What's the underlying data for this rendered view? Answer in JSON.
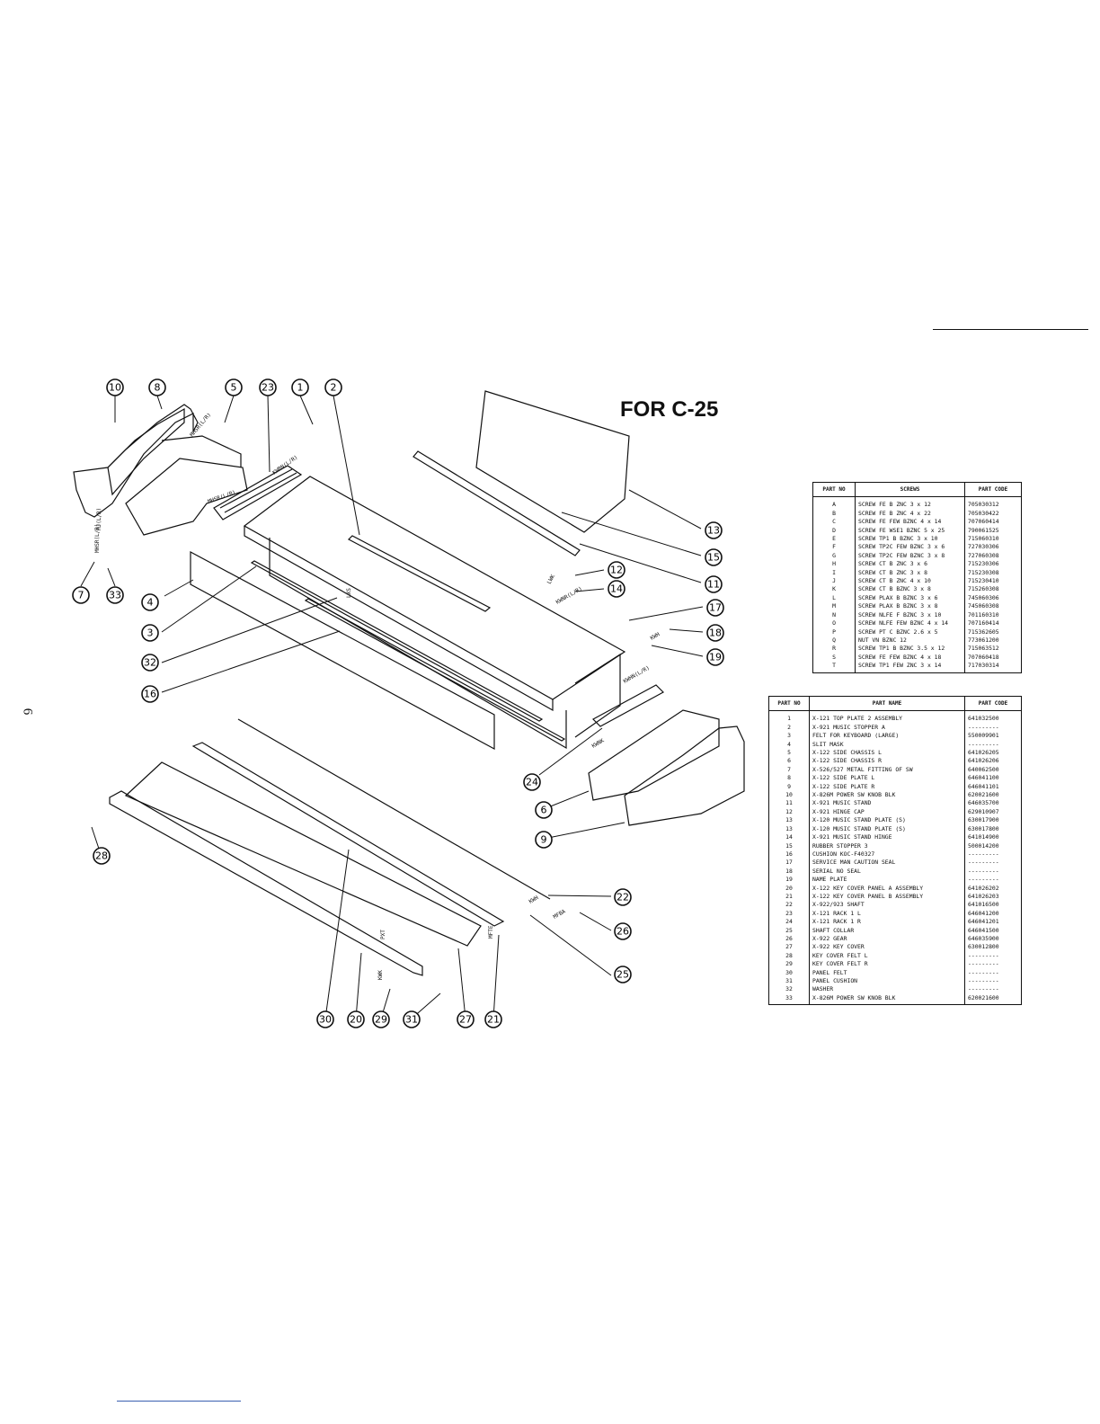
{
  "page": {
    "number": "6"
  },
  "title": "FOR C-25",
  "diagram": {
    "callouts": [
      "10",
      "8",
      "5",
      "23",
      "1",
      "2",
      "7",
      "33",
      "4",
      "3",
      "32",
      "16",
      "13",
      "15",
      "11",
      "12",
      "14",
      "17",
      "18",
      "19",
      "24",
      "6",
      "9",
      "28",
      "22",
      "26",
      "25",
      "30",
      "20",
      "29",
      "31",
      "27",
      "21"
    ],
    "part_labels": [
      "MHSR(L/R)",
      "MHSR(L/R)",
      "MHSR(L/R)",
      "KWBN(L/R)",
      "LWK",
      "KWNR(L/R)",
      "KWH",
      "KWHN(L/R)",
      "KWNK",
      "KWH",
      "MFBA",
      "MFTE",
      "KWK",
      "MJ(L/R)",
      "LXS",
      "PXT"
    ]
  },
  "screws_table": {
    "headers": [
      "PART NO",
      "SCREWS",
      "PART CODE"
    ],
    "rows": [
      [
        "A",
        "SCREW FE B ZNC 3 x 12",
        "705030312"
      ],
      [
        "B",
        "SCREW FE B ZNC 4 x 22",
        "705030422"
      ],
      [
        "C",
        "SCREW FE FEW BZNC 4 x 14",
        "707060414"
      ],
      [
        "D",
        "SCREW FE WSE1 BZNC 5 x 25",
        "790061525"
      ],
      [
        "E",
        "SCREW TP1 B BZNC 3 x 10",
        "715060310"
      ],
      [
        "F",
        "SCREW TP2C FEW BZNC 3 x 6",
        "727030306"
      ],
      [
        "G",
        "SCREW TP2C FEW BZNC 3 x 8",
        "727060308"
      ],
      [
        "H",
        "SCREW CT B ZNC 3 x 6",
        "715230306"
      ],
      [
        "I",
        "SCREW CT B ZNC 3 x 8",
        "715230308"
      ],
      [
        "J",
        "SCREW CT B ZNC 4 x 10",
        "715230410"
      ],
      [
        "K",
        "SCREW CT B BZNC 3 x 8",
        "715260308"
      ],
      [
        "L",
        "SCREW PLAX B BZNC 3 x 6",
        "745060306"
      ],
      [
        "M",
        "SCREW PLAX B BZNC 3 x 8",
        "745060308"
      ],
      [
        "N",
        "SCREW NLFE F BZNC 3 x 10",
        "701160310"
      ],
      [
        "O",
        "SCREW NLFE FEW BZNC 4 x 14",
        "707160414"
      ],
      [
        "P",
        "SCREW PT C BZNC 2.6 x 5",
        "715362605"
      ],
      [
        "Q",
        "NUT VN BZNC 12",
        "773061200"
      ],
      [
        "R",
        "SCREW TP1 B BZNC 3.5 x 12",
        "715063512"
      ],
      [
        "S",
        "SCREW FE FEW BZNC 4 x 18",
        "707060418"
      ],
      [
        "T",
        "SCREW TP1 FEW ZNC 3 x 14",
        "717030314"
      ]
    ]
  },
  "parts_table": {
    "headers": [
      "PART NO",
      "PART NAME",
      "PART CODE"
    ],
    "rows": [
      [
        "1",
        "X-121 TOP PLATE 2 ASSEMBLY",
        "641032500"
      ],
      [
        "2",
        "X-921 MUSIC STOPPER A",
        "---------"
      ],
      [
        "3",
        "FELT FOR KEYBOARD (LARGE)",
        "550009901"
      ],
      [
        "4",
        "SLIT MASK",
        "---------"
      ],
      [
        "5",
        "X-122 SIDE CHASSIS L",
        "641026205"
      ],
      [
        "6",
        "X-122 SIDE CHASSIS R",
        "641026206"
      ],
      [
        "7",
        "X-526/527 METAL FITTING OF SW",
        "640062500"
      ],
      [
        "8",
        "X-122 SIDE PLATE L",
        "646041100"
      ],
      [
        "9",
        "X-122 SIDE PLATE R",
        "646041101"
      ],
      [
        "10",
        "X-826M POWER SW KNOB BLK",
        "620021600"
      ],
      [
        "11",
        "X-921 MUSIC STAND",
        "646035700"
      ],
      [
        "12",
        "X-921 HINGE CAP",
        "629010907"
      ],
      [
        "13",
        "X-120 MUSIC STAND PLATE (S)",
        "630017900"
      ],
      [
        "13",
        "X-120 MUSIC STAND PLATE (S)",
        "630017800"
      ],
      [
        "14",
        "X-921 MUSIC STAND HINGE",
        "641014900"
      ],
      [
        "15",
        "RUBBER STOPPER 3",
        "500014200"
      ],
      [
        "16",
        "CUSHION KOC-F40327",
        "---------"
      ],
      [
        "17",
        "SERVICE MAN CAUTION SEAL",
        "---------"
      ],
      [
        "18",
        "SERIAL NO SEAL",
        "---------"
      ],
      [
        "19",
        "NAME PLATE",
        "---------"
      ],
      [
        "20",
        "X-122 KEY COVER PANEL A ASSEMBLY",
        "641026202"
      ],
      [
        "21",
        "X-122 KEY COVER PANEL B ASSEMBLY",
        "641026203"
      ],
      [
        "22",
        "X-922/923 SHAFT",
        "641016500"
      ],
      [
        "23",
        "X-121 RACK 1 L",
        "646041200"
      ],
      [
        "24",
        "X-121 RACK 1 R",
        "646041201"
      ],
      [
        "25",
        "SHAFT COLLAR",
        "646041500"
      ],
      [
        "26",
        "X-922 GEAR",
        "646035900"
      ],
      [
        "27",
        "X-922 KEY COVER",
        "630012800"
      ],
      [
        "28",
        "KEY COVER FELT L",
        "---------"
      ],
      [
        "29",
        "KEY COVER FELT R",
        "---------"
      ],
      [
        "30",
        "PANEL FELT",
        "---------"
      ],
      [
        "31",
        "PANEL CUSHION",
        "---------"
      ],
      [
        "32",
        "WASHER",
        "---------"
      ],
      [
        "33",
        "X-826M POWER SW KNOB BLK",
        "620021600"
      ]
    ]
  }
}
